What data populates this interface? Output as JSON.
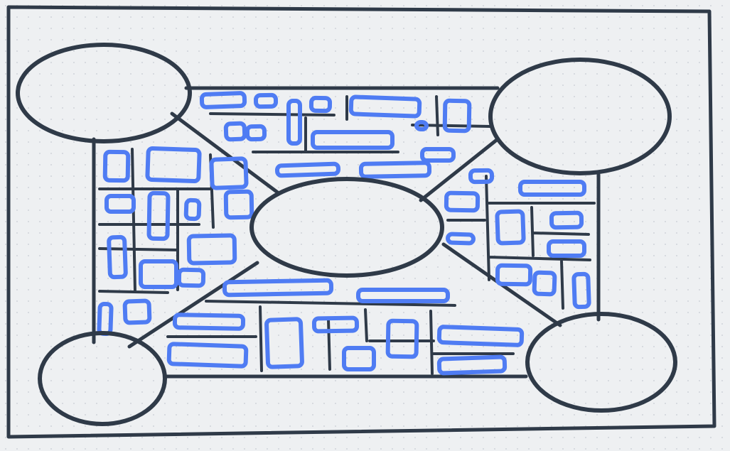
{
  "canvas": {
    "background": "#eef0f2",
    "grid_dot_color": "#d5d9de",
    "ink_color": "#2f3a48",
    "accent_color": "#4f7cf3"
  },
  "diagram": {
    "kind": "hand-drawn floor plan sketch",
    "nodes": [
      {
        "id": "top-left",
        "shape": "ellipse"
      },
      {
        "id": "top-right",
        "shape": "ellipse"
      },
      {
        "id": "center",
        "shape": "ellipse"
      },
      {
        "id": "bottom-left",
        "shape": "ellipse"
      },
      {
        "id": "bottom-right",
        "shape": "ellipse"
      }
    ],
    "edges": [
      {
        "from": "top-left",
        "to": "center"
      },
      {
        "from": "top-right",
        "to": "center"
      },
      {
        "from": "bottom-left",
        "to": "center"
      },
      {
        "from": "bottom-right",
        "to": "center"
      }
    ],
    "texts": []
  }
}
